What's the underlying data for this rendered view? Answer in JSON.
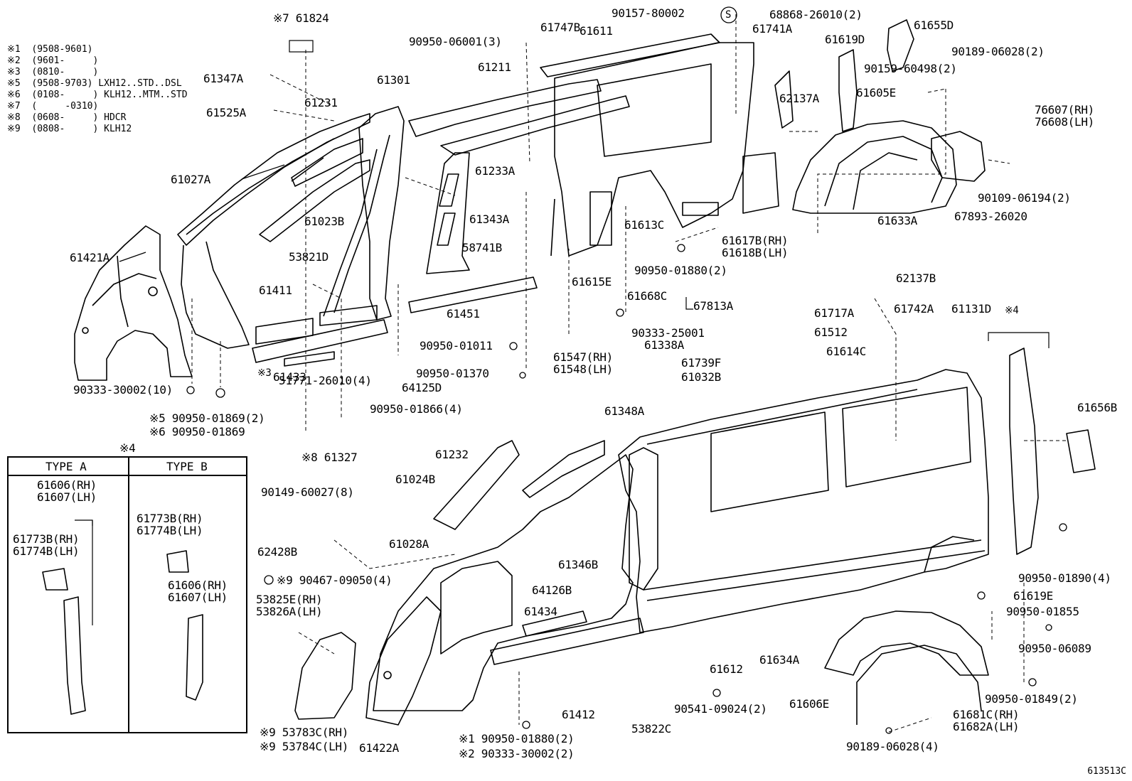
{
  "notes": [
    "※1  (9508-9601)",
    "※2  (9601-     )",
    "※3  (0810-     )",
    "※5  (9508-9703) LXH12..STD..DSL",
    "※6  (0108-     ) KLH12..MTM..STD",
    "※7  (     -0310)",
    "※8  (0608-     ) HDCR",
    "※9  (0808-     ) KLH12"
  ],
  "type_box": {
    "marker": "※4",
    "type_a": "TYPE  A",
    "type_b": "TYPE  B",
    "a_part1": "61606(RH)",
    "a_part2": "61607(LH)",
    "a_part3": "61773B(RH)",
    "a_part4": "61774B(LH)",
    "b_part1": "61773B(RH)",
    "b_part2": "61774B(LH)",
    "b_part3": "61606(RH)",
    "b_part4": "61607(LH)"
  },
  "parts": [
    {
      "t": "※7 61824"
    },
    {
      "t": "61347A"
    },
    {
      "t": "61525A"
    },
    {
      "t": "61231"
    },
    {
      "t": "61301"
    },
    {
      "t": "61027A"
    },
    {
      "t": "61023B"
    },
    {
      "t": "61421A"
    },
    {
      "t": "61411"
    },
    {
      "t": "53821D"
    },
    {
      "t": "61433"
    },
    {
      "t": "※3"
    },
    {
      "t": "51771-26010(4)"
    },
    {
      "t": "90333-30002(10)"
    },
    {
      "t": "※5  90950-01869(2)"
    },
    {
      "t": "※6  90950-01869"
    },
    {
      "t": "※8 61327"
    },
    {
      "t": "90950-06001(3)"
    },
    {
      "t": "61747B"
    },
    {
      "t": "61611"
    },
    {
      "t": "61211"
    },
    {
      "t": "61233A"
    },
    {
      "t": "61343A"
    },
    {
      "t": "58741B"
    },
    {
      "t": "61451"
    },
    {
      "t": "90950-01011"
    },
    {
      "t": "90950-01370"
    },
    {
      "t": "64125D"
    },
    {
      "t": "90950-01866(4)"
    },
    {
      "t": "90157-80002"
    },
    {
      "t": "S"
    },
    {
      "t": "68868-26010(2)"
    },
    {
      "t": "61741A"
    },
    {
      "t": "61619D"
    },
    {
      "t": "61655D"
    },
    {
      "t": "62137A"
    },
    {
      "t": "61613C"
    },
    {
      "t": "61615E"
    },
    {
      "t": "61617B(RH)"
    },
    {
      "t": "61618B(LH)"
    },
    {
      "t": "90950-01880(2)"
    },
    {
      "t": "90189-06028(2)"
    },
    {
      "t": "90159-60498(2)"
    },
    {
      "t": "61605E"
    },
    {
      "t": "76607(RH)"
    },
    {
      "t": "76608(LH)"
    },
    {
      "t": "90109-06194(2)"
    },
    {
      "t": "61633A"
    },
    {
      "t": "67893-26020"
    },
    {
      "t": "62137B"
    },
    {
      "t": "61668C"
    },
    {
      "t": "67813A"
    },
    {
      "t": "61717A"
    },
    {
      "t": "61742A"
    },
    {
      "t": "61131D"
    },
    {
      "t": "※4"
    },
    {
      "t": "90333-25001"
    },
    {
      "t": "61547(RH)"
    },
    {
      "t": "61548(LH)"
    },
    {
      "t": "61338A"
    },
    {
      "t": "61512"
    },
    {
      "t": "61614C"
    },
    {
      "t": "61739F"
    },
    {
      "t": "61032B"
    },
    {
      "t": "61348A"
    },
    {
      "t": "61656B"
    },
    {
      "t": "61232"
    },
    {
      "t": "61024B"
    },
    {
      "t": "90149-60027(8)"
    },
    {
      "t": "61028A"
    },
    {
      "t": "62428B"
    },
    {
      "t": "※9 90467-09050(4)"
    },
    {
      "t": "61346B"
    },
    {
      "t": "53825E(RH)"
    },
    {
      "t": "53826A(LH)"
    },
    {
      "t": "64126B"
    },
    {
      "t": "61434"
    },
    {
      "t": "90950-01890(4)"
    },
    {
      "t": "61619E"
    },
    {
      "t": "90950-01855"
    },
    {
      "t": "61612"
    },
    {
      "t": "61634A"
    },
    {
      "t": "90950-06089"
    },
    {
      "t": "61412"
    },
    {
      "t": "90541-09024(2)"
    },
    {
      "t": "61606E"
    },
    {
      "t": "90950-01849(2)"
    },
    {
      "t": "61681C(RH)"
    },
    {
      "t": "61682A(LH)"
    },
    {
      "t": "53822C"
    },
    {
      "t": "※9 53783C(RH)"
    },
    {
      "t": "※9 53784C(LH)"
    },
    {
      "t": "61422A"
    },
    {
      "t": "※1  90950-01880(2)"
    },
    {
      "t": "※2  90333-30002(2)"
    },
    {
      "t": "90189-06028(4)"
    }
  ],
  "drawing_ref": "613513C"
}
